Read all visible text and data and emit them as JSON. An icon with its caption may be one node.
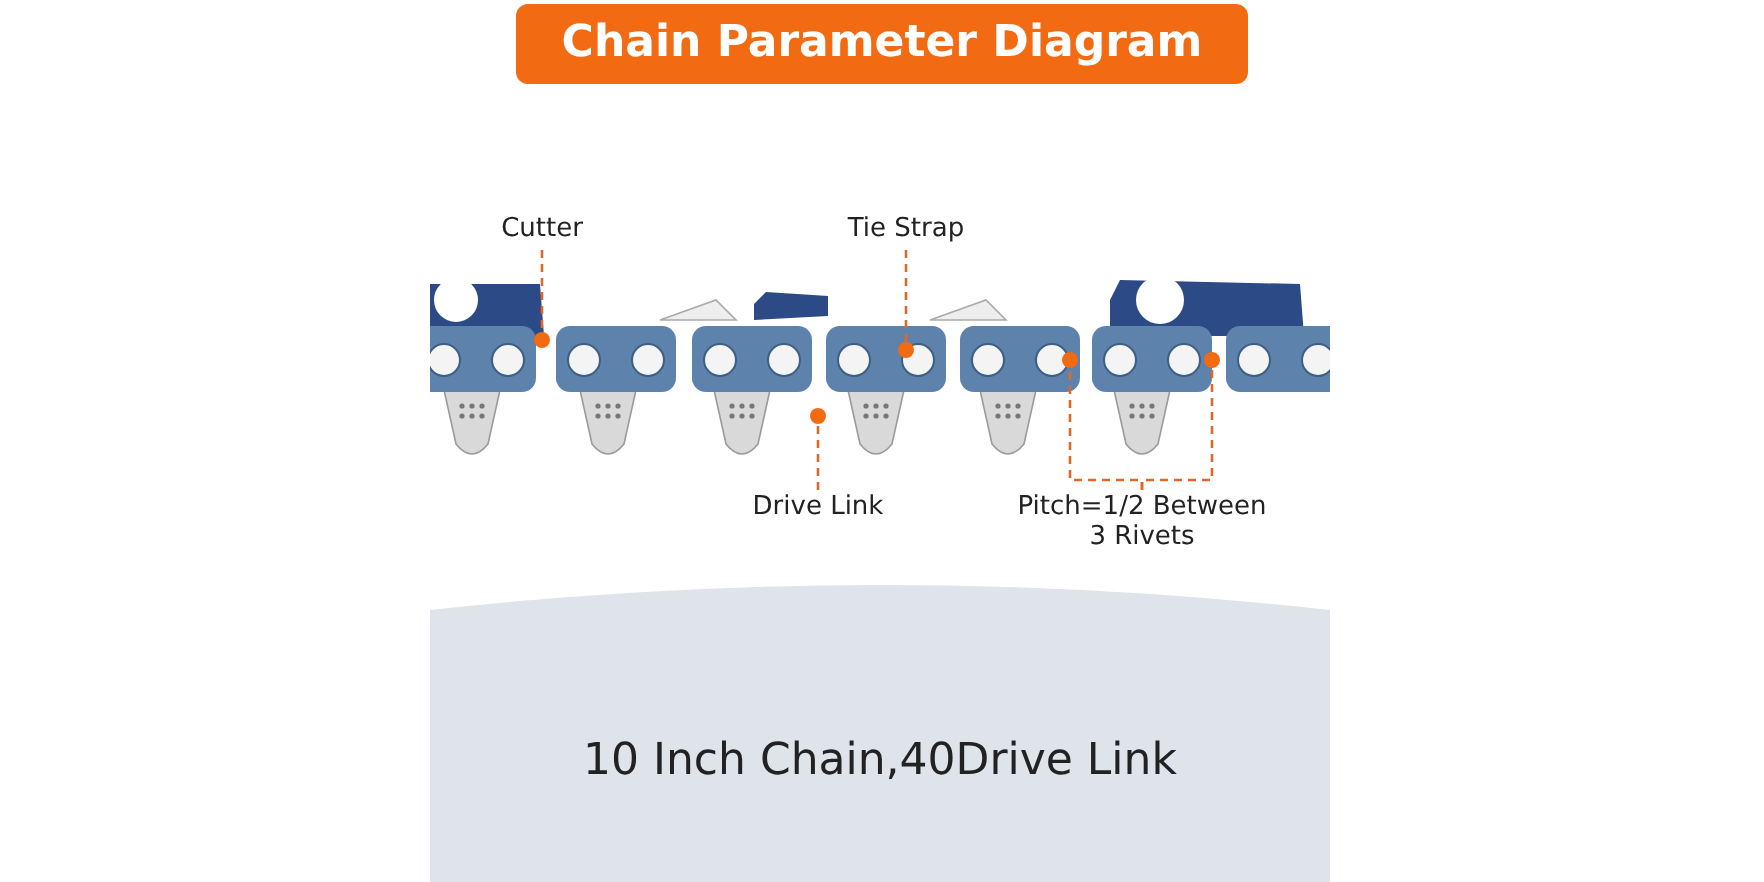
{
  "diagram": {
    "title": "Chain Parameter Diagram",
    "nodes": [
      {
        "text": [
          "Cutter"
        ]
      },
      {
        "text": [],
        "shape": "circle"
      },
      {
        "text": [
          "Tie Strap"
        ]
      },
      {
        "text": [],
        "shape": "circle"
      },
      {
        "text": [
          "Drive Link"
        ]
      },
      {
        "text": [],
        "shape": "circle"
      },
      {
        "text": [
          "Pitch=1/2 Between 3 Rivets"
        ]
      },
      {
        "text": [],
        "shape": "circle"
      },
      {
        "text": [],
        "shape": "circle"
      }
    ],
    "edges": [
      {
        "from": 0,
        "to": 1,
        "arrow": "none",
        "style": "dashed"
      },
      {
        "from": 2,
        "to": 3,
        "arrow": "none",
        "style": "dashed"
      },
      {
        "from": 4,
        "to": 5,
        "arrow": "none",
        "style": "dashed"
      },
      {
        "from": 6,
        "to": 7,
        "arrow": "none",
        "style": "dashed"
      },
      {
        "from": 6,
        "to": 8,
        "arrow": "none",
        "style": "dashed"
      }
    ],
    "labels": [
      "10 Inch Chain,40Drive Link"
    ]
  }
}
